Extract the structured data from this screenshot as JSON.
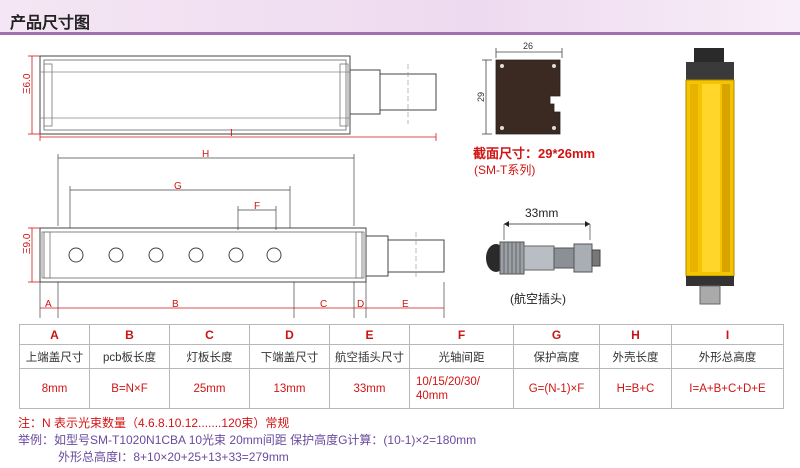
{
  "header": {
    "title": "产品尺寸图"
  },
  "top_view": {
    "total_label": "I",
    "width_label": "Ξ6.0"
  },
  "front_view": {
    "height_label": "Ξ9.0",
    "dim_H": "H",
    "dim_G": "G",
    "dim_F": "F",
    "dim_A": "A",
    "dim_B": "B",
    "dim_C": "C",
    "dim_D": "D",
    "dim_E": "E"
  },
  "face": {
    "width_label": "26",
    "height_label": "29",
    "size_text": "截面尺寸：29*26mm",
    "series_text": "(SM-T系列)"
  },
  "connector": {
    "dimension": "33mm",
    "caption": "(航空插头)"
  },
  "spec_table": {
    "letters": [
      "A",
      "B",
      "C",
      "D",
      "E",
      "F",
      "G",
      "H",
      "I"
    ],
    "names": [
      "上端盖尺寸",
      "pcb板长度",
      "灯板长度",
      "下端盖尺寸",
      "航空插头尺寸",
      "光轴间距",
      "保护高度",
      "外壳长度",
      "外形总高度"
    ],
    "values": [
      "8mm",
      "B=N×F",
      "25mm",
      "13mm",
      "33mm",
      "10/15/20/30/\n40mm",
      "G=(N-1)×F",
      "H=B+C",
      "I=A+B+C+D+E"
    ]
  },
  "notes": {
    "line1": "注：N 表示光束数量（4.6.8.10.12.......120束）常规",
    "line2": "举例：如型号SM-T1020N1CBA   10光束  20mm间距   保护高度G计算：(10-1)×2=180mm",
    "line3": "外形总高度I：8+10×20+25+13+33=279mm"
  }
}
